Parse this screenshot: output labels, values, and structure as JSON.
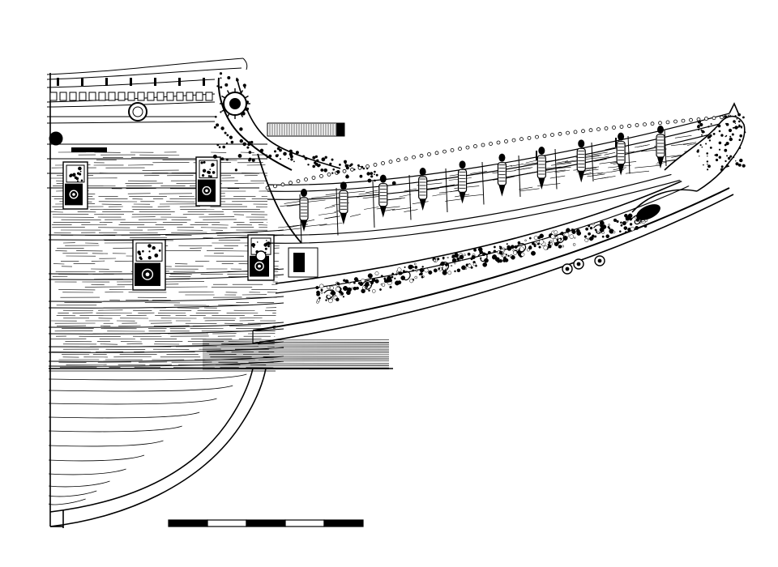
{
  "drawing": {
    "subject": "ship-bow-line-drawing",
    "ink": "#000000",
    "paper": "#ffffff"
  },
  "scale_bar": {
    "segments": 5,
    "pattern": [
      "black",
      "white",
      "black",
      "white",
      "black"
    ]
  }
}
